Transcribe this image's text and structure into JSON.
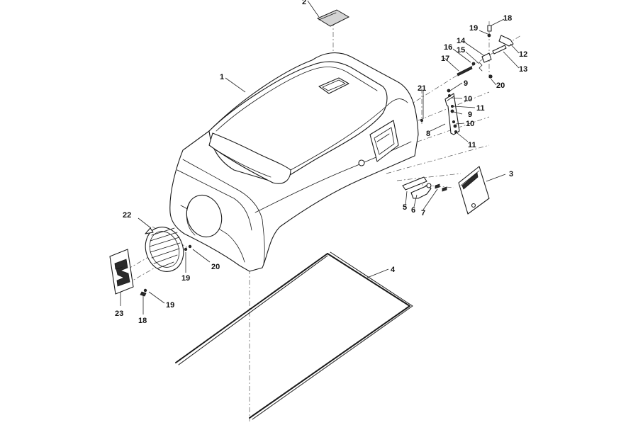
{
  "callouts": {
    "c1": "1",
    "c2": "2",
    "c3": "3",
    "c4": "4",
    "c5": "5",
    "c6": "6",
    "c7": "7",
    "c8": "8",
    "c9a": "9",
    "c9b": "9",
    "c10a": "10",
    "c10b": "10",
    "c11a": "11",
    "c11b": "11",
    "c12": "12",
    "c13": "13",
    "c14": "14",
    "c15": "15",
    "c16": "16",
    "c17": "17",
    "c18a": "18",
    "c18b": "18",
    "c19a": "19",
    "c19b": "19",
    "c19c": "19",
    "c20a": "20",
    "c20b": "20",
    "c21": "21",
    "c22": "22",
    "c23": "23"
  },
  "colors": {
    "line": "#1a1a1a",
    "fill": "#ffffff",
    "shade": "#d4d4d4"
  }
}
